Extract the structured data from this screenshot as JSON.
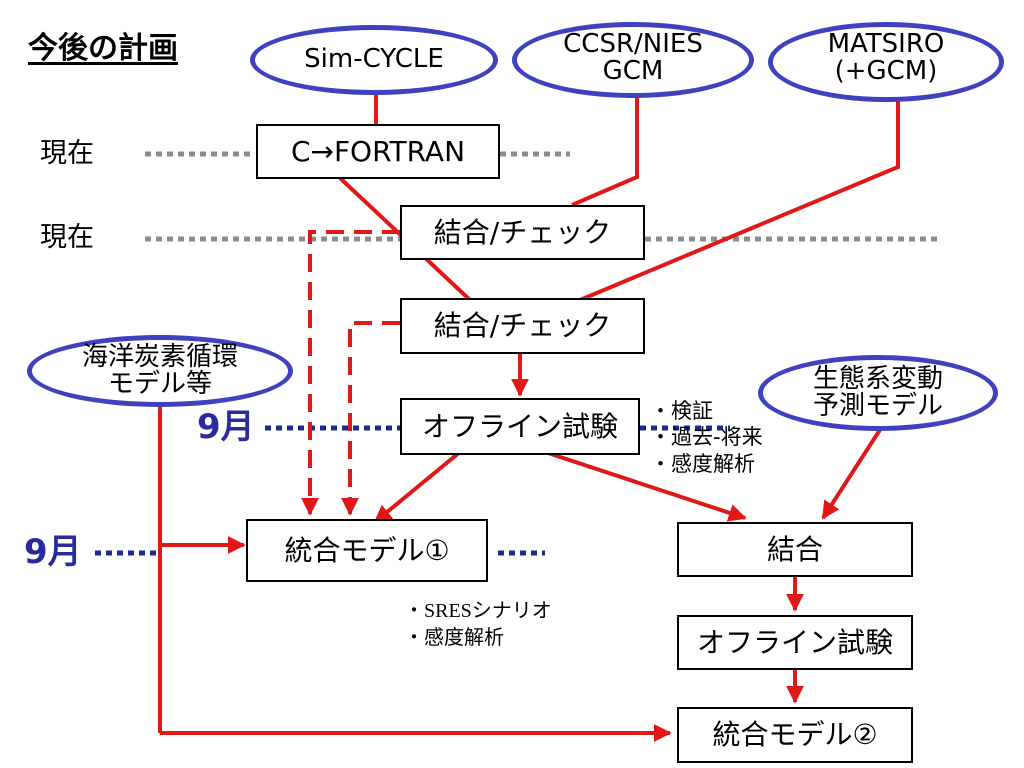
{
  "slide": {
    "title": "今後の計画",
    "row_label_1": "現在",
    "row_label_2": "現在",
    "month_label_1": "9月",
    "month_label_2": "9月"
  },
  "ovals": {
    "sim_cycle": "Sim-CYCLE",
    "ccsr_line1": "CCSR/NIES",
    "ccsr_line2": "GCM",
    "matsiro_line1": "MATSIRO",
    "matsiro_line2": "(+GCM)",
    "ocean_line1": "海洋炭素循環",
    "ocean_line2": "モデル等",
    "eco_line1": "生態系変動",
    "eco_line2": "予測モデル"
  },
  "boxes": {
    "c_fortran": "C→FORTRAN",
    "coupling_check_1": "結合/チェック",
    "coupling_check_2": "結合/チェック",
    "offline_test_1": "オフライン試験",
    "integrated_model_1": "統合モデル①",
    "coupling": "結合",
    "offline_test_2": "オフライン試験",
    "integrated_model_2": "統合モデル②"
  },
  "notes": {
    "offline_items": [
      "・検証",
      "・過去-将来",
      "・感度解析"
    ],
    "model1_items": [
      "・SRESシナリオ",
      "・感度解析"
    ]
  },
  "colors": {
    "arrow": "#e01818",
    "oval_border": "#3f41c0",
    "gray_dots": "#8c8c8c",
    "navy_dots": "#1d2a8f",
    "month_text": "#2a2a9e"
  }
}
